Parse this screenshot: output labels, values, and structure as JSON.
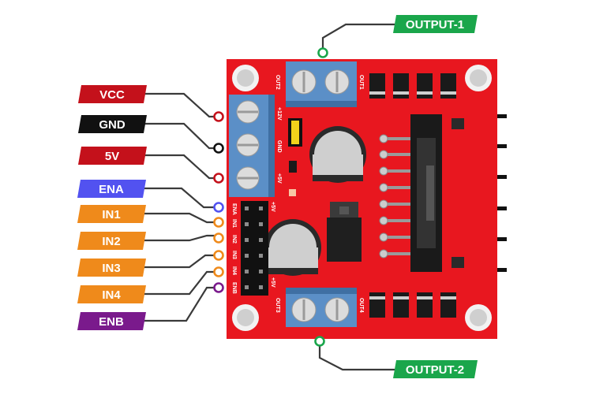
{
  "labels": {
    "output1": "OUTPUT-1",
    "output2": "OUTPUT-2",
    "vcc": "VCC",
    "gnd": "GND",
    "v5": "5V",
    "ena": "ENA",
    "in1": "IN1",
    "in2": "IN2",
    "in3": "IN3",
    "in4": "IN4",
    "enb": "ENB"
  },
  "silkscreen": {
    "out1": "OUT1",
    "out2": "OUT2",
    "out3": "OUT3",
    "out4": "OUT4",
    "plus12v": "+12V",
    "gnd": "GND",
    "plus5v_a": "+5V",
    "plus5v_b": "+5V",
    "plus5v_c": "+5V",
    "ena": "ENA",
    "in1": "IN1",
    "in2": "IN2",
    "in3": "IN3",
    "in4": "IN4",
    "enb": "ENB"
  },
  "colors": {
    "board": "#e8171f",
    "terminal": "#5b8fc7",
    "vcc": "#c4111b",
    "gnd": "#111111",
    "v5": "#c4111b",
    "ena": "#5252f0",
    "in": "#ef8a1b",
    "enb": "#7a1a8c",
    "output": "#1aa64b"
  }
}
